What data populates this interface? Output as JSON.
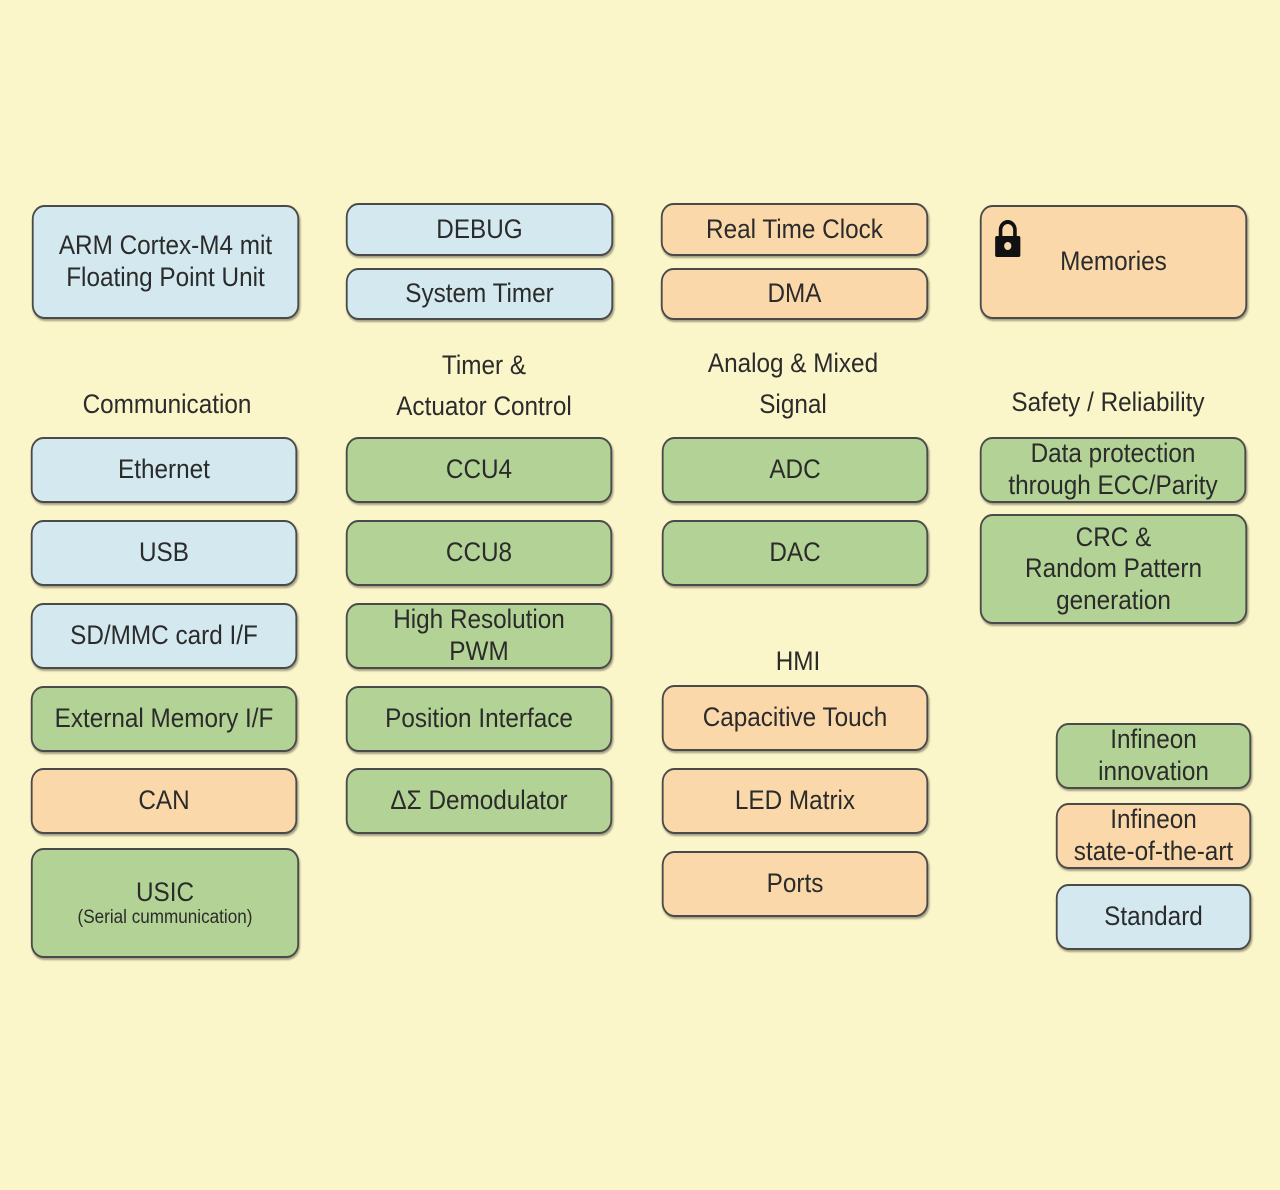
{
  "top": {
    "arm": [
      "ARM Cortex-M4 mit",
      "Floating Point Unit"
    ],
    "debug": "DEBUG",
    "system_timer": "System Timer",
    "rtc": "Real Time Clock",
    "dma": "DMA",
    "memories": "Memories"
  },
  "headings": {
    "communication": "Communication",
    "timer": [
      "Timer &",
      "Actuator Control"
    ],
    "analog": [
      "Analog & Mixed",
      "Signal"
    ],
    "safety": "Safety / Reliability",
    "hmi": "HMI"
  },
  "communication": {
    "ethernet": "Ethernet",
    "usb": "USB",
    "sdmmc": "SD/MMC card I/F",
    "ext_mem": "External Memory I/F",
    "can": "CAN",
    "usic": "USIC",
    "usic_sub": "(Serial cummunication)"
  },
  "timer": {
    "ccu4": "CCU4",
    "ccu8": "CCU8",
    "hrpwm": [
      "High Resolution",
      "PWM"
    ],
    "pos_if": "Position Interface",
    "ds_demod": "ΔΣ Demodulator"
  },
  "analog": {
    "adc": "ADC",
    "dac": "DAC"
  },
  "hmi": {
    "cap_touch": "Capacitive Touch",
    "led_matrix": "LED Matrix",
    "ports": "Ports"
  },
  "safety": {
    "ecc": [
      "Data protection",
      "through ECC/Parity"
    ],
    "crc": [
      "CRC &",
      "Random Pattern",
      "generation"
    ]
  },
  "legend": {
    "innovation": [
      "Infineon",
      "innovation"
    ],
    "state_of_art": [
      "Infineon",
      "state-of-the-art"
    ],
    "standard": "Standard"
  },
  "colors": {
    "background": "#fbf6c9",
    "standard": "#d3e9ef",
    "state_of_the_art": "#fad8aa",
    "innovation": "#b2d395"
  }
}
